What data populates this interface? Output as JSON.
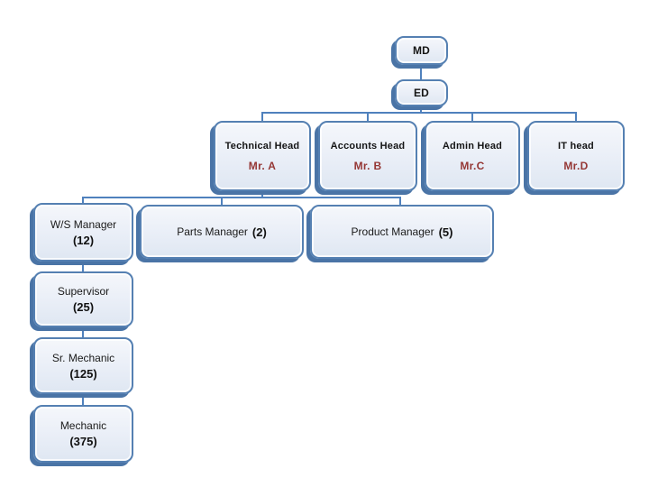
{
  "colors": {
    "node_border": "#5580b2",
    "node_shadow": "#4a74a6",
    "node_fill": "#e9eef7",
    "connector": "#4f81bd",
    "title_text": "#151515",
    "name_text": "#953735",
    "background": "#ffffff"
  },
  "org": {
    "md": {
      "label": "MD"
    },
    "ed": {
      "label": "ED"
    },
    "heads": [
      {
        "title": "Technical Head",
        "name": "Mr. A"
      },
      {
        "title": "Accounts Head",
        "name": "Mr. B"
      },
      {
        "title": "Admin Head",
        "name": "Mr.C"
      },
      {
        "title": "IT head",
        "name": "Mr.D"
      }
    ],
    "managers": [
      {
        "title": "W/S Manager",
        "count": "(12)"
      },
      {
        "title": "Parts Manager",
        "count": "(2)"
      },
      {
        "title": "Product Manager",
        "count": "(5)"
      }
    ],
    "ws_chain": [
      {
        "title": "Supervisor",
        "count": "(25)"
      },
      {
        "title": "Sr. Mechanic",
        "count": "(125)"
      },
      {
        "title": "Mechanic",
        "count": "(375)"
      }
    ]
  }
}
